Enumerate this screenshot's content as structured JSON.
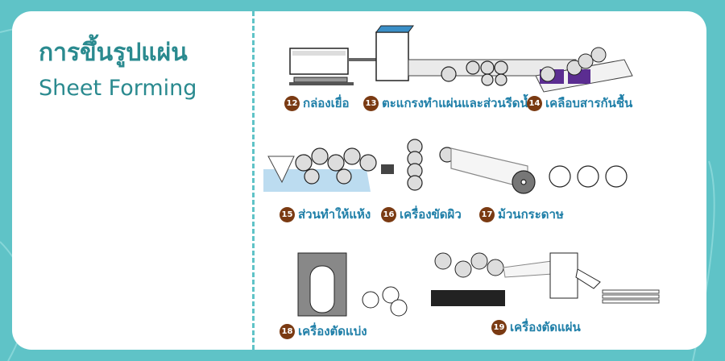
{
  "title": {
    "thai": "การขึ้นรูปแผ่น",
    "english": "Sheet Forming"
  },
  "colors": {
    "background": "#5fc3c7",
    "accent": "#2a8a8f",
    "label": "#1f7fa8",
    "badge": "#7a3a12",
    "purple": "#5b2d91"
  },
  "steps": [
    {
      "number": "12",
      "label": "กล่องเยื่อ"
    },
    {
      "number": "13",
      "label": "ตะแกรงทำแผ่นและส่วนรีดน้ำ"
    },
    {
      "number": "14",
      "label": "เคลือบสารกันชื้น"
    },
    {
      "number": "15",
      "label": "ส่วนทำให้แห้ง"
    },
    {
      "number": "16",
      "label": "เครื่องขัดผิว"
    },
    {
      "number": "17",
      "label": "ม้วนกระดาษ"
    },
    {
      "number": "18",
      "label": "เครื่องตัดแบ่ง"
    },
    {
      "number": "19",
      "label": "เครื่องตัดแผ่น"
    }
  ]
}
